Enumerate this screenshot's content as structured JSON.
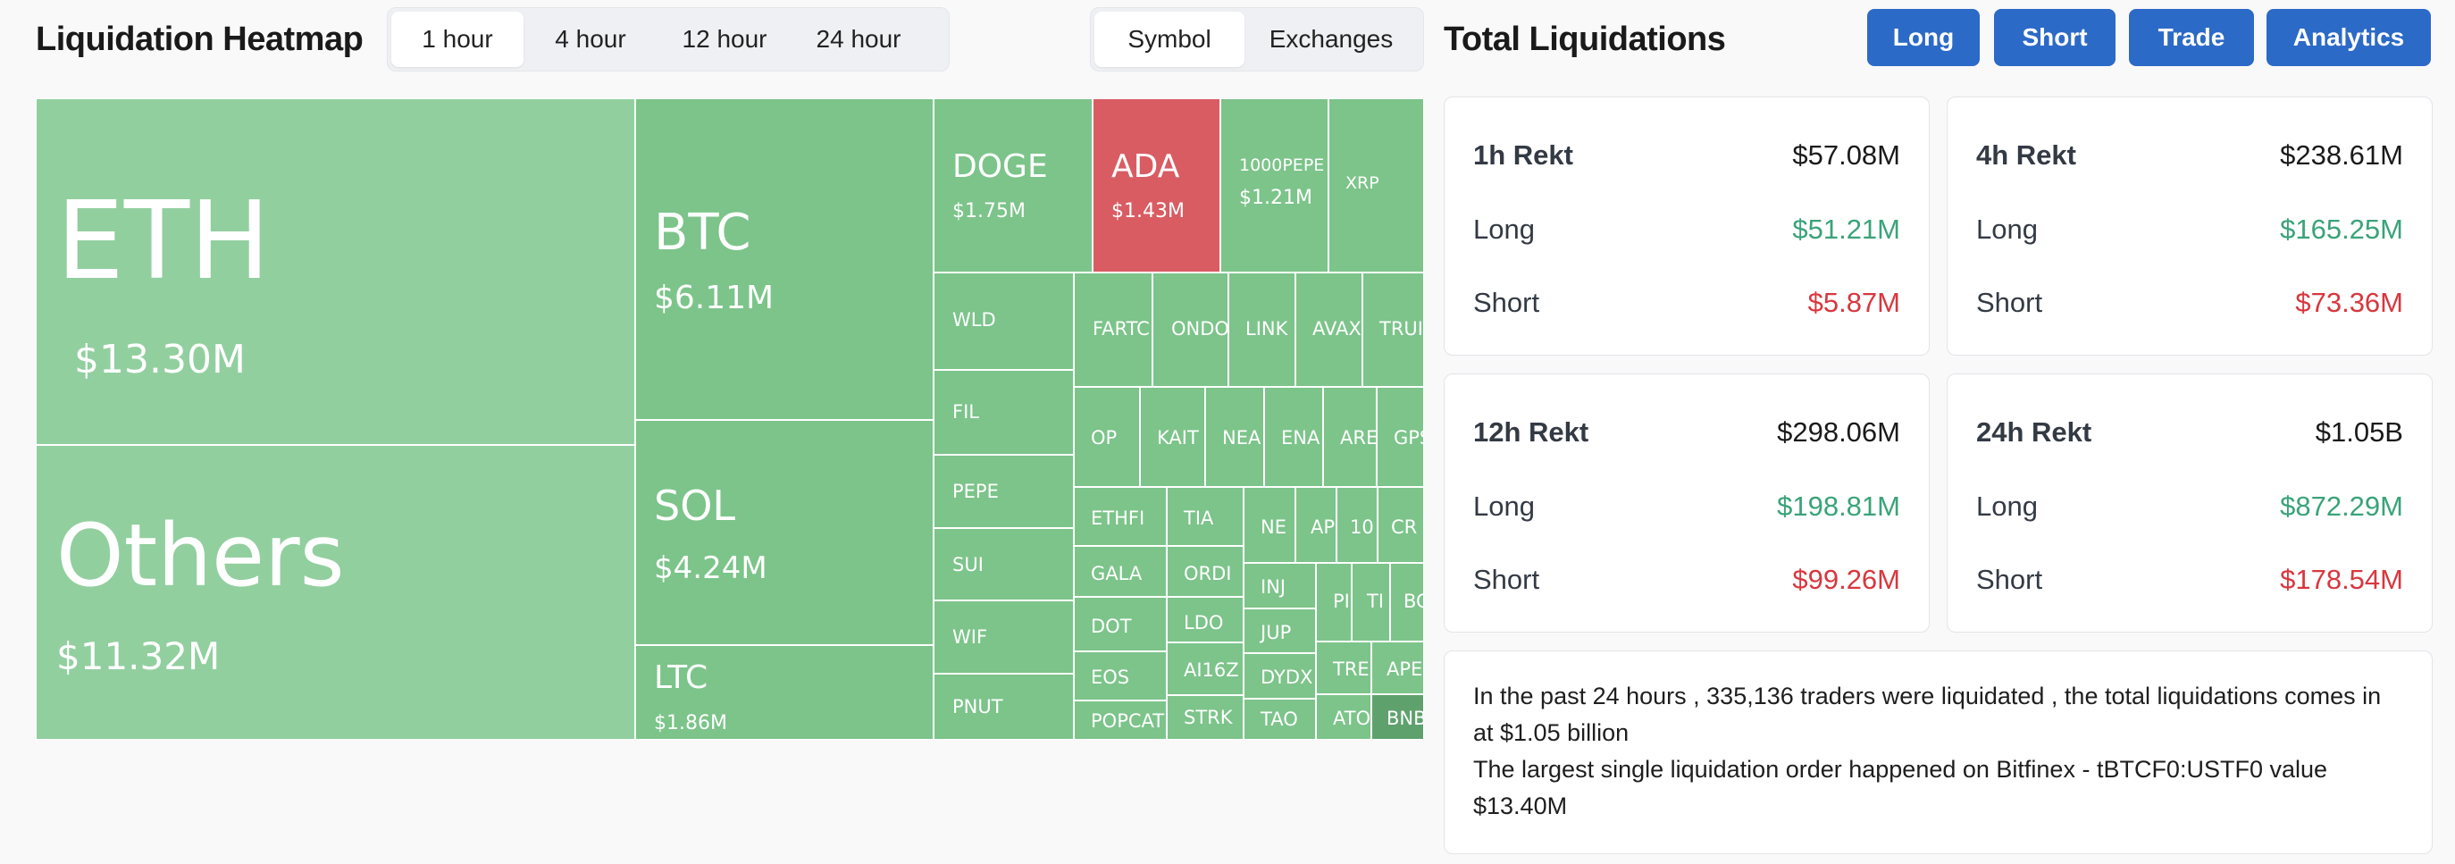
{
  "heatmap_header": {
    "title": "Liquidation Heatmap",
    "time_tabs": [
      "1 hour",
      "4 hour",
      "12 hour",
      "24 hour"
    ],
    "active_time_tab": "1 hour",
    "view_tabs": [
      "Symbol",
      "Exchanges"
    ],
    "active_view_tab": "Symbol"
  },
  "colors": {
    "tile_green": "#7cc48a",
    "tile_light_green": "#92cf9f",
    "tile_red": "#d95c63",
    "tile_dark_green": "#5fa16d",
    "button_blue": "#2c6ac7",
    "long_green": "#3aa37a",
    "short_red": "#d8373f"
  },
  "heatmap": {
    "tiles": [
      {
        "symbol": "ETH",
        "value": "$13.30M",
        "tone": "light"
      },
      {
        "symbol": "Others",
        "value": "$11.32M",
        "tone": "light"
      },
      {
        "symbol": "BTC",
        "value": "$6.11M",
        "tone": "green"
      },
      {
        "symbol": "SOL",
        "value": "$4.24M",
        "tone": "green"
      },
      {
        "symbol": "LTC",
        "value": "$1.86M",
        "tone": "green"
      },
      {
        "symbol": "DOGE",
        "value": "$1.75M",
        "tone": "green"
      },
      {
        "symbol": "ADA",
        "value": "$1.43M",
        "tone": "red"
      },
      {
        "symbol": "1000PEPE",
        "value": "$1.21M",
        "tone": "green"
      },
      {
        "symbol": "XRP",
        "value": "",
        "tone": "green"
      },
      {
        "symbol": "WLD",
        "value": "",
        "tone": "green"
      },
      {
        "symbol": "FIL",
        "value": "",
        "tone": "green"
      },
      {
        "symbol": "PEPE",
        "value": "",
        "tone": "green"
      },
      {
        "symbol": "SUI",
        "value": "",
        "tone": "green"
      },
      {
        "symbol": "WIF",
        "value": "",
        "tone": "green"
      },
      {
        "symbol": "PNUT",
        "value": "",
        "tone": "green"
      },
      {
        "symbol": "FARTC",
        "value": "",
        "tone": "green"
      },
      {
        "symbol": "ONDO",
        "value": "",
        "tone": "green"
      },
      {
        "symbol": "LINK",
        "value": "",
        "tone": "green"
      },
      {
        "symbol": "AVAX",
        "value": "",
        "tone": "green"
      },
      {
        "symbol": "TRUI",
        "value": "",
        "tone": "green"
      },
      {
        "symbol": "OP",
        "value": "",
        "tone": "green"
      },
      {
        "symbol": "KAIT",
        "value": "",
        "tone": "green"
      },
      {
        "symbol": "NEA",
        "value": "",
        "tone": "green"
      },
      {
        "symbol": "ENA",
        "value": "",
        "tone": "green"
      },
      {
        "symbol": "ARE",
        "value": "",
        "tone": "green"
      },
      {
        "symbol": "GPS",
        "value": "",
        "tone": "green"
      },
      {
        "symbol": "ETHFI",
        "value": "",
        "tone": "green"
      },
      {
        "symbol": "TIA",
        "value": "",
        "tone": "green"
      },
      {
        "symbol": "NE",
        "value": "",
        "tone": "green"
      },
      {
        "symbol": "AP",
        "value": "",
        "tone": "green"
      },
      {
        "symbol": "10",
        "value": "",
        "tone": "green"
      },
      {
        "symbol": "CR",
        "value": "",
        "tone": "green"
      },
      {
        "symbol": "GALA",
        "value": "",
        "tone": "green"
      },
      {
        "symbol": "ORDI",
        "value": "",
        "tone": "green"
      },
      {
        "symbol": "INJ",
        "value": "",
        "tone": "green"
      },
      {
        "symbol": "PI",
        "value": "",
        "tone": "green"
      },
      {
        "symbol": "TI",
        "value": "",
        "tone": "green"
      },
      {
        "symbol": "BC",
        "value": "",
        "tone": "green"
      },
      {
        "symbol": "DOT",
        "value": "",
        "tone": "green"
      },
      {
        "symbol": "LDO",
        "value": "",
        "tone": "green"
      },
      {
        "symbol": "JUP",
        "value": "",
        "tone": "green"
      },
      {
        "symbol": "EOS",
        "value": "",
        "tone": "green"
      },
      {
        "symbol": "AI16Z",
        "value": "",
        "tone": "green"
      },
      {
        "symbol": "DYDX",
        "value": "",
        "tone": "green"
      },
      {
        "symbol": "TRE",
        "value": "",
        "tone": "green"
      },
      {
        "symbol": "APE",
        "value": "",
        "tone": "green"
      },
      {
        "symbol": "POPCAT",
        "value": "",
        "tone": "green"
      },
      {
        "symbol": "STRK",
        "value": "",
        "tone": "green"
      },
      {
        "symbol": "TAO",
        "value": "",
        "tone": "green"
      },
      {
        "symbol": "ATO",
        "value": "",
        "tone": "green"
      },
      {
        "symbol": "BNB",
        "value": "",
        "tone": "dark"
      }
    ]
  },
  "totals_header": {
    "title": "Total Liquidations",
    "buttons": [
      "Long",
      "Short",
      "Trade",
      "Analytics"
    ]
  },
  "cards": [
    {
      "title": "1h Rekt",
      "total": "$57.08M",
      "long_label": "Long",
      "long": "$51.21M",
      "short_label": "Short",
      "short": "$5.87M"
    },
    {
      "title": "4h Rekt",
      "total": "$238.61M",
      "long_label": "Long",
      "long": "$165.25M",
      "short_label": "Short",
      "short": "$73.36M"
    },
    {
      "title": "12h Rekt",
      "total": "$298.06M",
      "long_label": "Long",
      "long": "$198.81M",
      "short_label": "Short",
      "short": "$99.26M"
    },
    {
      "title": "24h Rekt",
      "total": "$1.05B",
      "long_label": "Long",
      "long": "$872.29M",
      "short_label": "Short",
      "short": "$178.54M"
    }
  ],
  "summary": {
    "line1": "In the past 24 hours , 335,136 traders were liquidated , the total liquidations comes in at $1.05 billion",
    "line2": "The largest single liquidation order happened on Bitfinex - tBTCF0:USTF0 value $13.40M"
  }
}
